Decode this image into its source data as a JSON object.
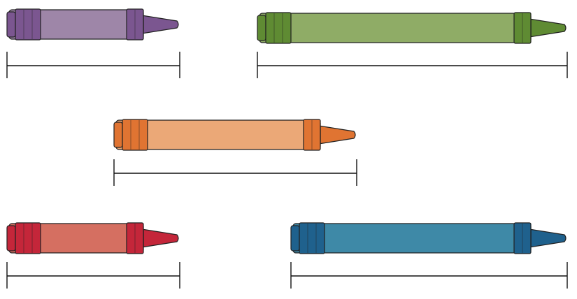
{
  "crayons": [
    {
      "name": "purple",
      "body": "#9e86a8",
      "dark": "#7b5690"
    },
    {
      "name": "green",
      "body": "#8fac66",
      "dark": "#5f8b33"
    },
    {
      "name": "orange",
      "body": "#eba877",
      "dark": "#e07432"
    },
    {
      "name": "red",
      "body": "#d56f61",
      "dark": "#c4263a"
    },
    {
      "name": "blue",
      "body": "#3e89a7",
      "dark": "#1f618d"
    }
  ],
  "outline_color": "#222222",
  "ruler_color": "#111111"
}
